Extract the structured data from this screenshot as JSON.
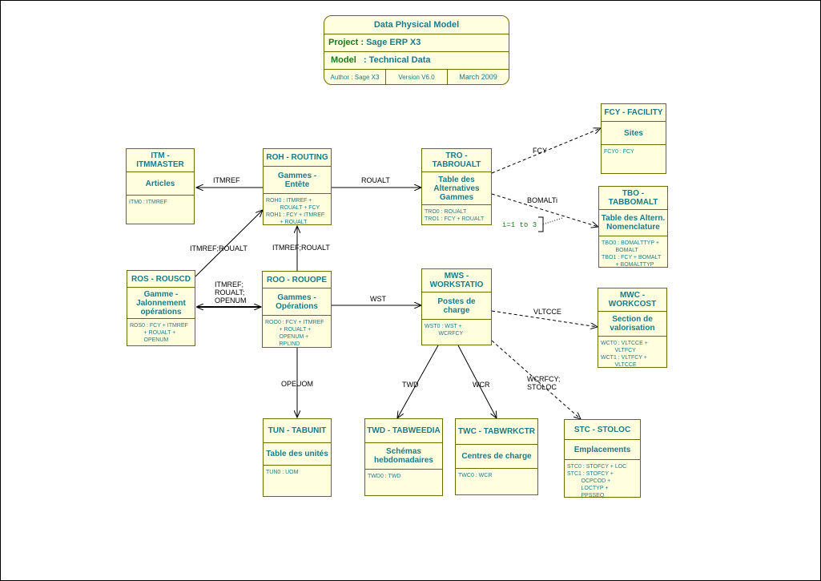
{
  "title_block": {
    "title": "Data Physical Model",
    "project_label": "Project : ",
    "project_value": "Sage ERP X3",
    "model_label": "Model",
    "model_value": "   : Technical Data",
    "author": "Author : Sage X3",
    "version": "Version V6.0",
    "date": "March 2009"
  },
  "entities": {
    "itm": {
      "name": "ITM -\nITMMASTER",
      "desc": "Articles",
      "keys": [
        "ITM0 : ITMREF"
      ]
    },
    "roh": {
      "name": "ROH - ROUTING",
      "desc": "Gammes -\nEntête",
      "keys": [
        "ROH0 : ITMREF +",
        "         ROUALT + FCY",
        "ROH1 : FCY + ITMREF",
        "         + ROUALT"
      ]
    },
    "tro": {
      "name": "TRO -\nTABROUALT",
      "desc": "Table des\nAlternatives\nGammes",
      "keys": [
        "TRO0 : ROUALT",
        "TRO1 : FCY + ROUALT"
      ]
    },
    "fcy": {
      "name": "FCY - FACILITY",
      "desc": "Sites",
      "keys": [
        "FCY0 : FCY"
      ]
    },
    "tbo": {
      "name": "TBO -\nTABBOMALT",
      "desc": "Table des Altern.\nNomenclature",
      "keys": [
        "TBO0 : BOMALTTYP +",
        "         BOMALT",
        "TBO1 : FCY + BOMALT",
        "         + BOMALTTYP"
      ]
    },
    "ros": {
      "name": "ROS - ROUSCD",
      "desc": "Gamme -\nJalonnement\nopérations",
      "keys": [
        "ROS0 : FCY + ITMREF",
        "         + ROUALT +",
        "         OPENUM"
      ]
    },
    "roo": {
      "name": "ROO - ROUOPE",
      "desc": "Gammes -\nOpérations",
      "keys": [
        "ROO0 : FCY + ITMREF",
        "         + ROUALT +",
        "         OPENUM +",
        "         RPLIND"
      ]
    },
    "mws": {
      "name": "MWS -\nWORKSTATIO",
      "desc": "Postes de\ncharge",
      "keys": [
        "WST0 : WST +",
        "         WCRFCY"
      ]
    },
    "mwc": {
      "name": "MWC -\nWORKCOST",
      "desc": "Section de\nvalorisation",
      "keys": [
        "WCT0 : VLTCCE +",
        "         VLTFCY",
        "WCT1 : VLTFCY +",
        "         VLTCCE"
      ]
    },
    "tun": {
      "name": "TUN - TABUNIT",
      "desc": "Table des unités",
      "keys": [
        "TUN0 : UOM"
      ]
    },
    "twd": {
      "name": "TWD - TABWEEDIA",
      "desc": "Schémas\nhebdomadaires",
      "keys": [
        "TWD0 : TWD"
      ]
    },
    "twc": {
      "name": "TWC - TABWRKCTR",
      "desc": "Centres de charge",
      "keys": [
        "TWC0 : WCR"
      ]
    },
    "stc": {
      "name": "STC - STOLOC",
      "desc": "Emplacements",
      "keys": [
        "STC0 : STOFCY + LOC",
        "STC1 : STOFCY +",
        "         OCPCOD +",
        "         LOCTYP +",
        "         PPSSEQ"
      ]
    }
  },
  "links": {
    "roh_itm": "ITMREF",
    "roh_tro": "ROUALT",
    "tro_fcy": "FCY",
    "tro_tbo": "BOMALTi",
    "ros_roh": "ITMREF;ROUALT",
    "roo_roh": "ITMREF;ROUALT",
    "ros_roo": [
      "ITMREF;",
      "ROUALT;",
      "OPENUM"
    ],
    "roo_mws": "WST",
    "mws_mwc": "VLTCCE",
    "roo_tun": "OPEUOM",
    "mws_twd": "TWD",
    "mws_twc": "WCR",
    "mws_stc": [
      "WCRFCY;",
      "STOLOC"
    ]
  },
  "note": "i=1 to 3"
}
